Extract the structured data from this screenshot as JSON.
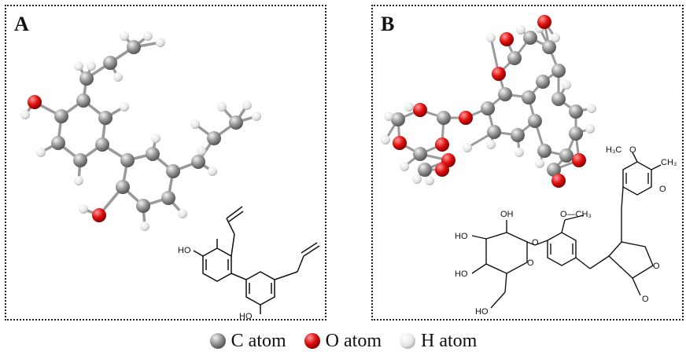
{
  "panels": [
    {
      "label": "A"
    },
    {
      "label": "B"
    }
  ],
  "panelA": {
    "struct_labels": {
      "oh_top": "HO",
      "oh_bottom": "HO"
    }
  },
  "panelB": {
    "struct_labels": {
      "h3c_o": "H₃C",
      "o_top": "O",
      "ch3_right": "CH₃",
      "o_right": "O",
      "ch3_mid": "O—CH₃",
      "oh_top": "OH",
      "ho_left": "HO",
      "ho_lower": "HO",
      "o_link": "O",
      "o_ring": "O",
      "o_lactone": "O",
      "o_carbonyl": "O",
      "ho_bottom": "HO"
    }
  },
  "legend": [
    {
      "name": "C atom",
      "color": "#8a8a8a"
    },
    {
      "name": "O atom",
      "color": "#e01010"
    },
    {
      "name": "H atom",
      "color": "#e8e8e8"
    }
  ]
}
